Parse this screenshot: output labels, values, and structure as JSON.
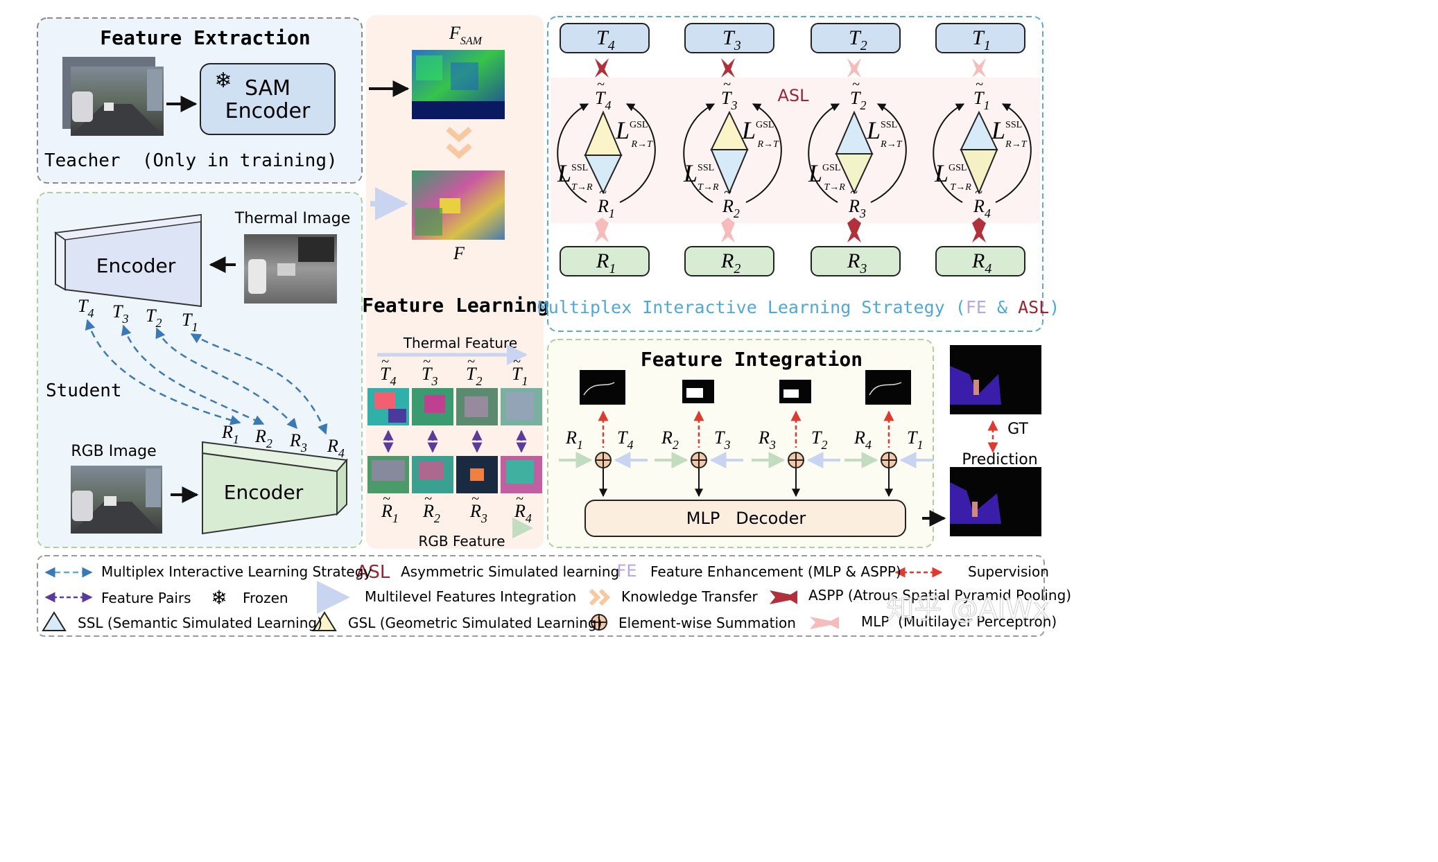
{
  "teacher": {
    "title": "Feature Extraction",
    "encoder_line1": "SAM",
    "encoder_line2": "Encoder",
    "caption": "Teacher  (Only in training)"
  },
  "student": {
    "label": "Student",
    "thermal_image_label": "Thermal Image",
    "rgb_image_label": "RGB Image",
    "encoder_top": "Encoder",
    "encoder_bottom": "Encoder",
    "t_labels": [
      "T",
      "T",
      "T",
      "T"
    ],
    "t_subs": [
      "4",
      "3",
      "2",
      "1"
    ],
    "r_labels": [
      "R",
      "R",
      "R",
      "R"
    ],
    "r_subs": [
      "1",
      "2",
      "3",
      "4"
    ]
  },
  "feature_learning": {
    "fsam_label": "F",
    "fsam_sub": "SAM",
    "f_label": "F",
    "title": "Feature Learning",
    "thermal_feature": "Thermal Feature",
    "rgb_feature": "RGB Feature",
    "t_subs": [
      "4",
      "3",
      "2",
      "1"
    ],
    "r_subs": [
      "1",
      "2",
      "3",
      "4"
    ]
  },
  "milstrategy": {
    "top_subs": [
      "4",
      "3",
      "2",
      "1"
    ],
    "bottom_subs": [
      "1",
      "2",
      "3",
      "4"
    ],
    "asl": "ASL",
    "left_sup": [
      "SSL",
      "SSL",
      "GSL",
      "GSL"
    ],
    "right_sup": [
      "GSL",
      "GSL",
      "SSL",
      "SSL"
    ],
    "left_sub": "T→R",
    "right_sub": "R→T",
    "caption_main": "Multiplex Interactive Learning Strategy (",
    "caption_fe": "FE",
    "caption_amp": " & ",
    "caption_asl": "ASL",
    "caption_end": ")"
  },
  "integration": {
    "title": "Feature Integration",
    "decoder": "MLP   Decoder",
    "pairs": [
      {
        "r": "1",
        "t": "4"
      },
      {
        "r": "2",
        "t": "3"
      },
      {
        "r": "3",
        "t": "2"
      },
      {
        "r": "4",
        "t": "1"
      }
    ],
    "gt": "GT",
    "prediction": "Prediction"
  },
  "legend": [
    {
      "text": "Multiplex Interactive Learning Strategy"
    },
    {
      "prefix": "ASL",
      "text": "Asymmetric Simulated learning"
    },
    {
      "prefix": "FE",
      "text": "Feature Enhancement (MLP & ASPP)"
    },
    {
      "text": "Supervision"
    },
    {
      "text": "Feature Pairs"
    },
    {
      "text": "Frozen"
    },
    {
      "text": "Multilevel Features Integration"
    },
    {
      "text": "Knowledge Transfer"
    },
    {
      "text": "ASPP (Atrous Spatial Pyramid Pooling)"
    },
    {
      "text": "SSL (Semantic Simulated Learning)"
    },
    {
      "text": "GSL (Geometric Simulated Learning)"
    },
    {
      "text": "Element-wise Summation"
    },
    {
      "text": "MLP  (Multilayer Perceptron)"
    }
  ],
  "watermark": "知乎 @AIWx",
  "colors": {
    "teacher_bg": "#eef4fb",
    "student_bg": "#eef6fb",
    "learning_bg": "#fdf1ea",
    "integration_bg": "#fdfcf2",
    "blue_box": "#cfe0f3",
    "green_box": "#d7ecd2",
    "dark_red": "#b0303c",
    "light_pink": "#f6bcbc",
    "caption_blue": "#4ea8d8",
    "fe_lilac": "#b9a6e0",
    "asl_red": "#9c2430"
  }
}
